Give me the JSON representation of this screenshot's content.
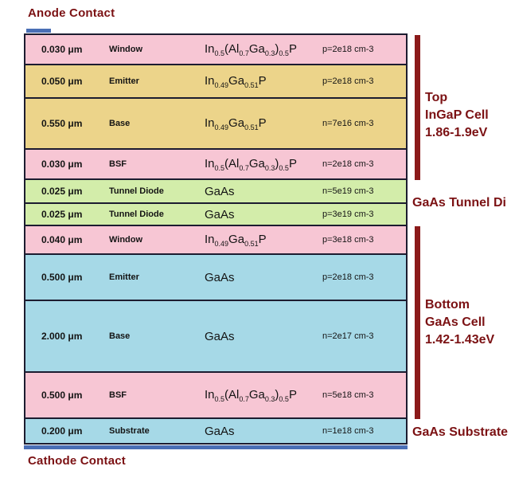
{
  "contacts": {
    "anode_label": "Anode Contact",
    "cathode_label": "Cathode Contact"
  },
  "table": {
    "layers": [
      {
        "thickness": "0.030 μm",
        "name": "Window",
        "material": "In_{0.5}(Al_{0.7}Ga_{0.3})_{0.5}P",
        "doping": "p=2e18 cm-3",
        "color": "#f7c6d4",
        "height": 38
      },
      {
        "thickness": "0.050 μm",
        "name": "Emitter",
        "material": "In_{0.49}Ga_{0.51}P",
        "doping": "p=2e18 cm-3",
        "color": "#ecd48a",
        "height": 42
      },
      {
        "thickness": "0.550 μm",
        "name": "Base",
        "material": "In_{0.49}Ga_{0.51}P",
        "doping": "n=7e16 cm-3",
        "color": "#ecd48a",
        "height": 64
      },
      {
        "thickness": "0.030 μm",
        "name": "BSF",
        "material": "In_{0.5}(Al_{0.7}Ga_{0.3})_{0.5}P",
        "doping": "n=2e18 cm-3",
        "color": "#f7c6d4",
        "height": 38
      },
      {
        "thickness": "0.025 μm",
        "name": "Tunnel Diode",
        "material": "GaAs",
        "doping": "n=5e19 cm-3",
        "color": "#d3edaa",
        "height": 30
      },
      {
        "thickness": "0.025 μm",
        "name": "Tunnel Diode",
        "material": "GaAs",
        "doping": "p=3e19 cm-3",
        "color": "#d3edaa",
        "height": 28
      },
      {
        "thickness": "0.040 μm",
        "name": "Window",
        "material": "In_{0.49}Ga_{0.51}P",
        "doping": "p=3e18 cm-3",
        "color": "#f7c6d4",
        "height": 36
      },
      {
        "thickness": "0.500 μm",
        "name": "Emitter",
        "material": "GaAs",
        "doping": "p=2e18 cm-3",
        "color": "#a6d9e7",
        "height": 58
      },
      {
        "thickness": "2.000 μm",
        "name": "Base",
        "material": "GaAs",
        "doping": "n=2e17 cm-3",
        "color": "#a6d9e7",
        "height": 90
      },
      {
        "thickness": "0.500 μm",
        "name": "BSF",
        "material": "In_{0.5}(Al_{0.7}Ga_{0.3})_{0.5}P",
        "doping": "n=5e18 cm-3",
        "color": "#f7c6d4",
        "height": 58
      },
      {
        "thickness": "0.200 μm",
        "name": "Substrate",
        "material": "GaAs",
        "doping": "n=1e18 cm-3",
        "color": "#a6d9e7",
        "height": 30
      }
    ]
  },
  "annotations": {
    "top_cell": {
      "lines": [
        "Top",
        "InGaP  Cell",
        "1.86-1.9eV"
      ]
    },
    "tunnel_diode": "GaAs Tunnel Di",
    "bottom_cell": {
      "lines": [
        "Bottom",
        "GaAs  Cell",
        "1.42-1.43eV"
      ]
    },
    "substrate": "GaAs Substrate"
  },
  "colors": {
    "accent_dark_red": "#7b1113",
    "bracket_red": "#8b1a1a",
    "contact_blue": "#4a6fb5",
    "border": "#1c1c30"
  }
}
